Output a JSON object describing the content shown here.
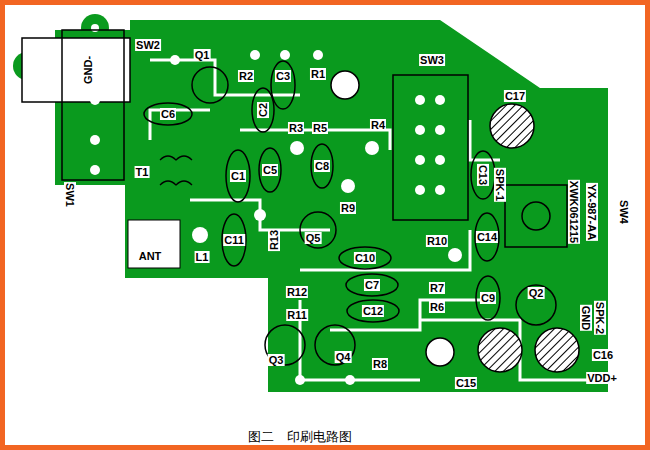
{
  "diagram": {
    "caption": "图二　印刷电路图",
    "labels": [
      "GND-",
      "SW2",
      "Q1",
      "R2",
      "C3",
      "R1",
      "SW3",
      "C6",
      "C2",
      "R3",
      "R5",
      "R4",
      "C17",
      "T1",
      "C1",
      "C5",
      "C8",
      "R9",
      "C13",
      "SPK-1",
      "SW4",
      "YX-987-AA",
      "XWK061215",
      "SW1",
      "ANT",
      "L1",
      "C11",
      "R13",
      "Q5",
      "R10",
      "C14",
      "C10",
      "C7",
      "C12",
      "R12",
      "R11",
      "R7",
      "R6",
      "C9",
      "Q2",
      "SPK-2",
      "GND",
      "C16",
      "VDD+",
      "Q3",
      "Q4",
      "R8",
      "C15"
    ]
  }
}
